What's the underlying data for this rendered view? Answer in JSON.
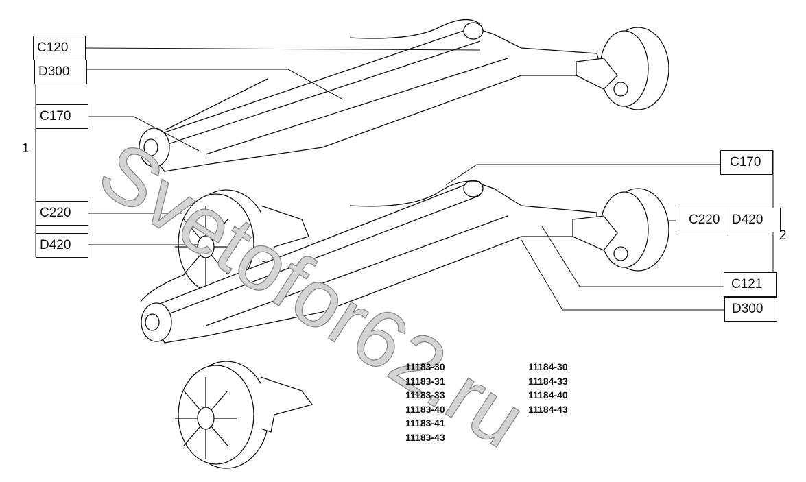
{
  "diagram": {
    "group_1": {
      "number": "1",
      "labels": [
        "C120",
        "D300",
        "C170",
        "C220",
        "D420"
      ]
    },
    "group_2": {
      "number": "2",
      "labels": [
        "C170",
        "C220",
        "D420",
        "C121",
        "D300"
      ]
    },
    "model_codes": {
      "column_1": [
        "11183-30",
        "11183-31",
        "11183-33",
        "11183-40",
        "11183-41",
        "11183-43"
      ],
      "column_2": [
        "11184-30",
        "11184-33",
        "11184-40",
        "11184-43"
      ]
    },
    "watermark": "Svetofor62.ru"
  }
}
